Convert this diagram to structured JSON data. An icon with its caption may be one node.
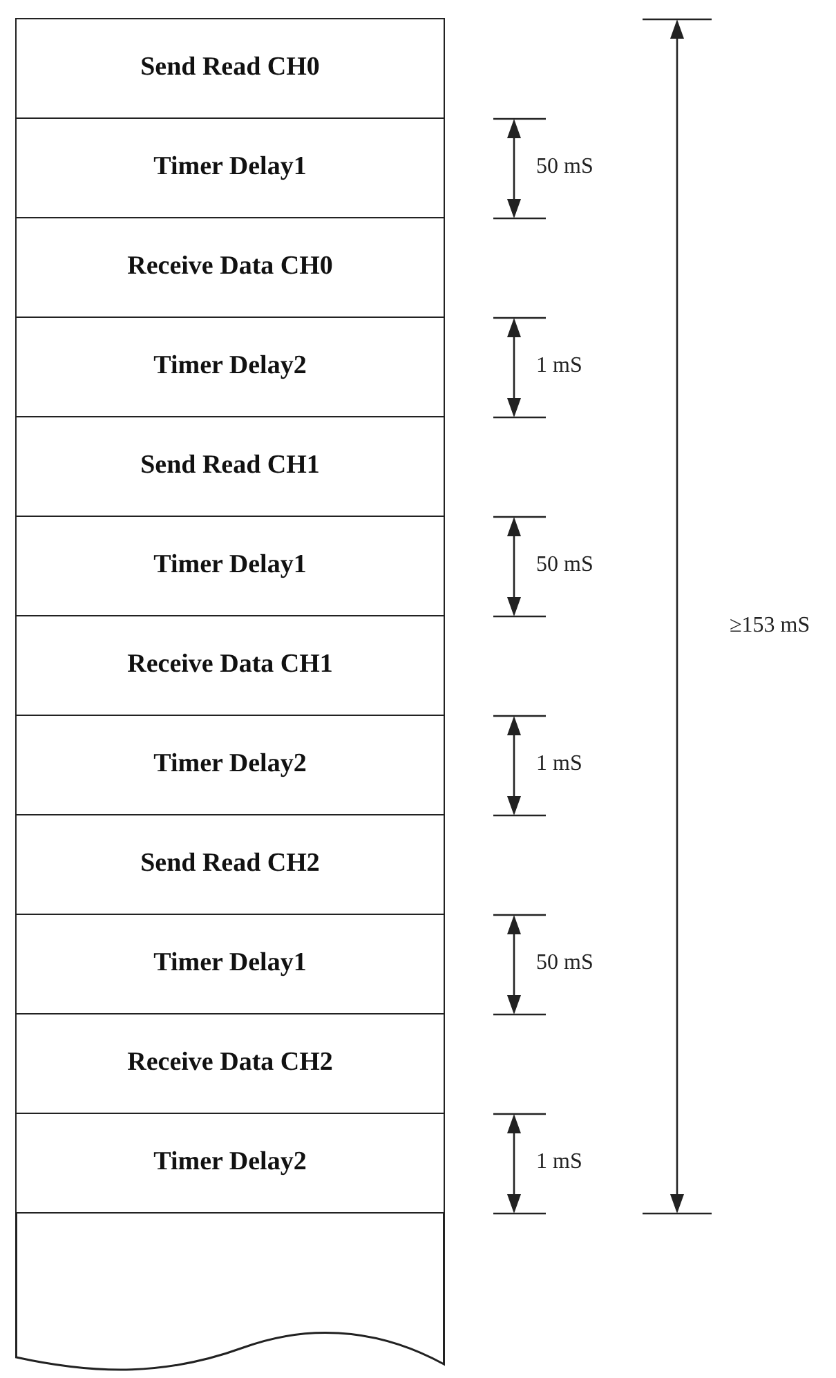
{
  "diagram": {
    "nodes": [
      {
        "text": [
          "Send Read CH0"
        ]
      },
      {
        "text": [
          "Timer Delay1"
        ]
      },
      {
        "text": [
          "Receive Data CH0"
        ]
      },
      {
        "text": [
          "Timer Delay2"
        ]
      },
      {
        "text": [
          "Send Read CH1"
        ]
      },
      {
        "text": [
          "Timer Delay1"
        ]
      },
      {
        "text": [
          "Receive Data CH1"
        ]
      },
      {
        "text": [
          "Timer Delay2"
        ]
      },
      {
        "text": [
          "Send Read CH2"
        ]
      },
      {
        "text": [
          "Timer Delay1"
        ]
      },
      {
        "text": [
          "Receive Data CH2"
        ]
      },
      {
        "text": [
          "Timer Delay2"
        ]
      },
      {
        "text": [],
        "shape": "box"
      }
    ],
    "labels": [
      "50 mS",
      "1 mS",
      "50 mS",
      "≥153 mS",
      "1 mS",
      "50 mS",
      "1 mS"
    ]
  }
}
